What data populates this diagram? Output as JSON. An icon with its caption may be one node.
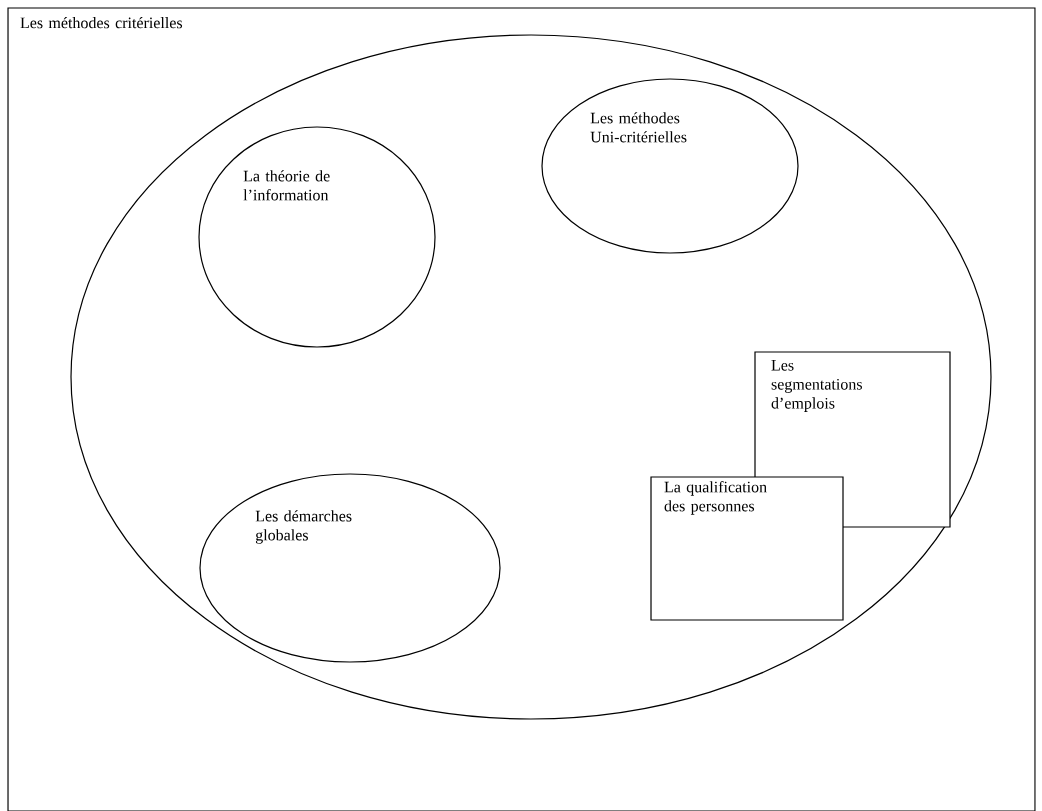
{
  "diagram": {
    "nodes": [
      {
        "text": [
          "Les méthodes critérielles"
        ]
      },
      {
        "text": [],
        "shape": "ellipse",
        "in": 0
      },
      {
        "text": [
          "La théorie de l’information"
        ],
        "in": 1
      },
      {
        "text": [
          "Les méthodes Uni-critérielles"
        ],
        "in": 1
      },
      {
        "text": [
          "Les démarches globales"
        ],
        "in": 1
      },
      {
        "text": [
          "Les segmentations d’emplois"
        ],
        "in": 1
      },
      {
        "text": [
          "La qualification des personnes"
        ],
        "in": 1
      }
    ]
  }
}
